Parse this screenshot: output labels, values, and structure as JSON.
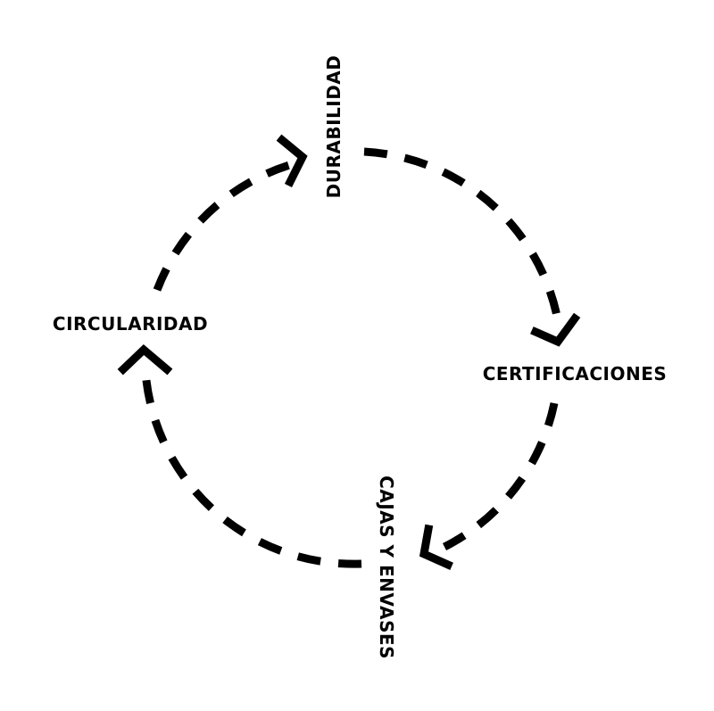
{
  "diagram": {
    "type": "cycle",
    "stroke_color": "#000000",
    "background_color": "#ffffff",
    "stages": [
      {
        "id": "durabilidad",
        "label": "DURABILIDAD"
      },
      {
        "id": "certificaciones",
        "label": "CERTIFICACIONES"
      },
      {
        "id": "cajas-y-envases",
        "label": "CAJAS Y ENVASES"
      },
      {
        "id": "circularidad",
        "label": "CIRCULARIDAD"
      }
    ],
    "flow": [
      {
        "from": "durabilidad",
        "to": "certificaciones",
        "icon": "arrow-head-icon"
      },
      {
        "from": "certificaciones",
        "to": "cajas-y-envases",
        "icon": "arrow-head-icon"
      },
      {
        "from": "cajas-y-envases",
        "to": "circularidad",
        "icon": "arrow-head-icon"
      },
      {
        "from": "circularidad",
        "to": "durabilidad",
        "icon": "arrow-head-icon"
      }
    ]
  }
}
